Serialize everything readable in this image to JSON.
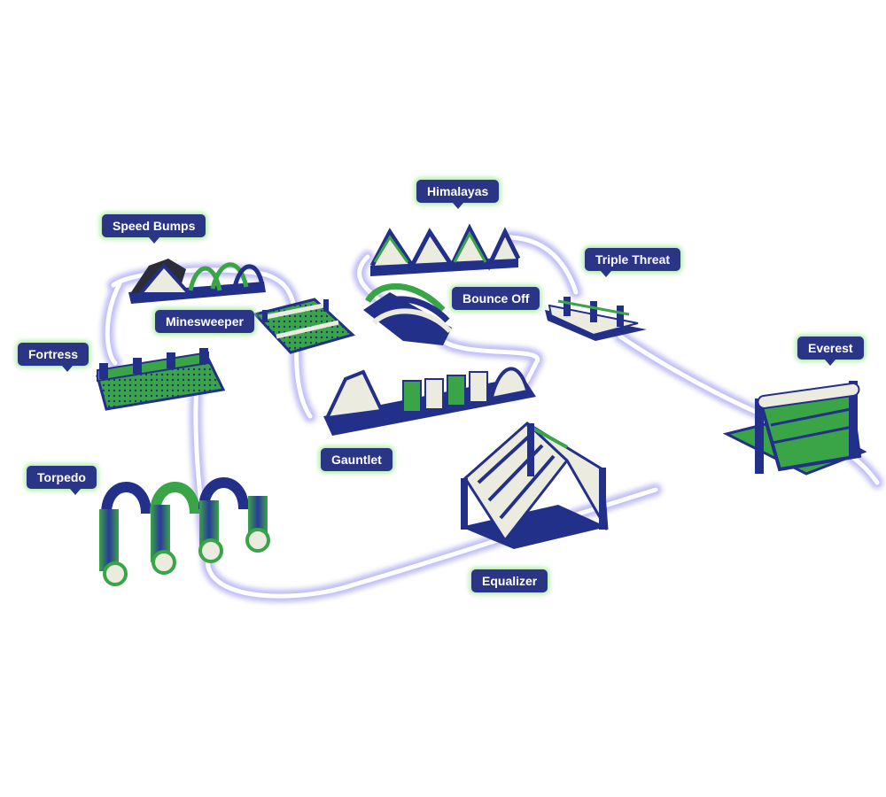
{
  "colors": {
    "navy": "#23308a",
    "green": "#3aa546",
    "cream": "#ecebdf",
    "path_glow": "#8a86ea",
    "path_core": "#ffffff",
    "label_bg": "#2a3585",
    "label_glow": "#96e68c"
  },
  "obstacles": {
    "himalayas": "Himalayas",
    "speed_bumps": "Speed Bumps",
    "triple_threat": "Triple Threat",
    "bounce_off": "Bounce Off",
    "minesweeper": "Minesweeper",
    "fortress": "Fortress",
    "everest": "Everest",
    "gauntlet": "Gauntlet",
    "torpedo": "Torpedo",
    "equalizer": "Equalizer"
  }
}
